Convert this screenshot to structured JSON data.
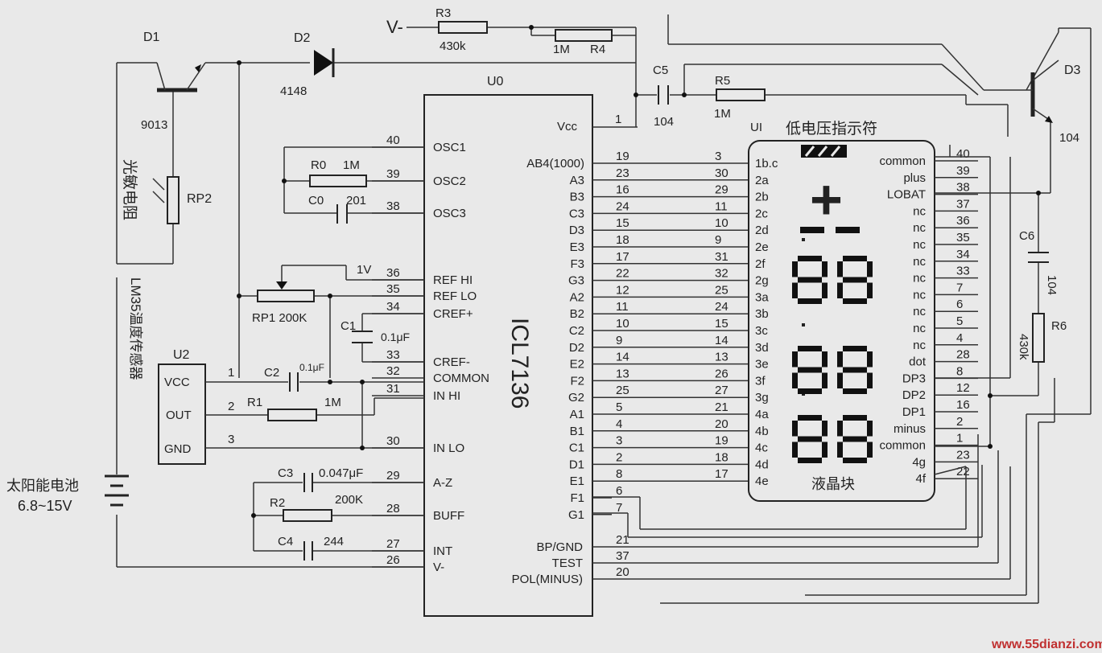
{
  "ic": {
    "ref": "U0",
    "name": "ICL7136",
    "left_pins": [
      {
        "num": "40",
        "name": "OSC1"
      },
      {
        "num": "39",
        "name": "OSC2"
      },
      {
        "num": "38",
        "name": "OSC3"
      },
      {
        "num": "36",
        "name": "REF HI"
      },
      {
        "num": "35",
        "name": "REF LO"
      },
      {
        "num": "34",
        "name": "CREF+"
      },
      {
        "num": "33",
        "name": "CREF-"
      },
      {
        "num": "32",
        "name": "COMMON"
      },
      {
        "num": "31",
        "name": "IN HI"
      },
      {
        "num": "30",
        "name": "IN LO"
      },
      {
        "num": "29",
        "name": "A-Z"
      },
      {
        "num": "28",
        "name": "BUFF"
      },
      {
        "num": "27",
        "name": "INT"
      },
      {
        "num": "26",
        "name": "V-"
      }
    ],
    "vcc": {
      "name": "Vcc",
      "num": "1"
    },
    "right_pins": [
      {
        "name": "AB4(1000)",
        "num": "19"
      },
      {
        "name": "A3",
        "num": "23"
      },
      {
        "name": "B3",
        "num": "16"
      },
      {
        "name": "C3",
        "num": "24"
      },
      {
        "name": "D3",
        "num": "15"
      },
      {
        "name": "E3",
        "num": "18"
      },
      {
        "name": "F3",
        "num": "17"
      },
      {
        "name": "G3",
        "num": "22"
      },
      {
        "name": "A2",
        "num": "12"
      },
      {
        "name": "B2",
        "num": "11"
      },
      {
        "name": "C2",
        "num": "10"
      },
      {
        "name": "D2",
        "num": "9"
      },
      {
        "name": "E2",
        "num": "14"
      },
      {
        "name": "F2",
        "num": "13"
      },
      {
        "name": "G2",
        "num": "25"
      },
      {
        "name": "A1",
        "num": "5"
      },
      {
        "name": "B1",
        "num": "4"
      },
      {
        "name": "C1",
        "num": "3"
      },
      {
        "name": "D1",
        "num": "2"
      },
      {
        "name": "E1",
        "num": "8"
      },
      {
        "name": "F1",
        "num": "6"
      },
      {
        "name": "G1",
        "num": "7"
      }
    ],
    "bottom_right_pins": [
      {
        "name": "BP/GND",
        "num": "21"
      },
      {
        "name": "TEST",
        "num": "37"
      },
      {
        "name": "POL(MINUS)",
        "num": "20"
      }
    ]
  },
  "lcd": {
    "ref": "UI",
    "title": "低电压指示符",
    "block_label": "液晶块",
    "plus_sign": "+",
    "left_pins": [
      {
        "num": "3",
        "name": "1b.c"
      },
      {
        "num": "30",
        "name": "2a"
      },
      {
        "num": "29",
        "name": "2b"
      },
      {
        "num": "11",
        "name": "2c"
      },
      {
        "num": "10",
        "name": "2d"
      },
      {
        "num": "9",
        "name": "2e"
      },
      {
        "num": "31",
        "name": "2f"
      },
      {
        "num": "32",
        "name": "2g"
      },
      {
        "num": "25",
        "name": "3a"
      },
      {
        "num": "24",
        "name": "3b"
      },
      {
        "num": "15",
        "name": "3c"
      },
      {
        "num": "14",
        "name": "3d"
      },
      {
        "num": "13",
        "name": "3e"
      },
      {
        "num": "26",
        "name": "3f"
      },
      {
        "num": "27",
        "name": "3g"
      },
      {
        "num": "21",
        "name": "4a"
      },
      {
        "num": "20",
        "name": "4b"
      },
      {
        "num": "19",
        "name": "4c"
      },
      {
        "num": "18",
        "name": "4d"
      },
      {
        "num": "17",
        "name": "4e"
      }
    ],
    "right_pins": [
      {
        "name": "common",
        "num": "40"
      },
      {
        "name": "plus",
        "num": "39"
      },
      {
        "name": "LOBAT",
        "num": "38"
      },
      {
        "name": "nc",
        "num": "37"
      },
      {
        "name": "nc",
        "num": "36"
      },
      {
        "name": "nc",
        "num": "35"
      },
      {
        "name": "nc",
        "num": "34"
      },
      {
        "name": "nc",
        "num": "33"
      },
      {
        "name": "nc",
        "num": "7"
      },
      {
        "name": "nc",
        "num": "6"
      },
      {
        "name": "nc",
        "num": "5"
      },
      {
        "name": "nc",
        "num": "4"
      },
      {
        "name": "dot",
        "num": "28"
      },
      {
        "name": "DP3",
        "num": "8"
      },
      {
        "name": "DP2",
        "num": "12"
      },
      {
        "name": "DP1",
        "num": "16"
      },
      {
        "name": "minus",
        "num": "2"
      },
      {
        "name": "common",
        "num": "1"
      },
      {
        "name": "4g",
        "num": "23"
      },
      {
        "name": "4f",
        "num": "22"
      }
    ]
  },
  "u2": {
    "ref": "U2",
    "pins": [
      {
        "name": "VCC",
        "num": "1"
      },
      {
        "name": "OUT",
        "num": "2"
      },
      {
        "name": "GND",
        "num": "3"
      }
    ],
    "label": "LM35温度传感器"
  },
  "parts": {
    "v_minus": "V-",
    "r3": {
      "ref": "R3",
      "value": "430k"
    },
    "r4": {
      "ref": "R4",
      "value": "1M"
    },
    "d1": {
      "ref": "D1",
      "value": "9013"
    },
    "d2": {
      "ref": "D2",
      "value": "4148"
    },
    "d3": {
      "ref": "D3",
      "value": "104"
    },
    "c5": {
      "ref": "C5",
      "value": "104"
    },
    "r5": {
      "ref": "R5",
      "value": "1M"
    },
    "rp2": {
      "ref": "RP2",
      "label": "光敏电阻"
    },
    "r0": {
      "ref": "R0",
      "value": "1M"
    },
    "c0": {
      "ref": "C0",
      "value": "201"
    },
    "ref_v": "1V",
    "rp1": "RP1 200K",
    "c1": {
      "ref": "C1",
      "value": "0.1μF"
    },
    "c2": {
      "ref": "C2",
      "value": "0.1μF"
    },
    "r1": {
      "ref": "R1",
      "value": "1M"
    },
    "c3": {
      "ref": "C3",
      "value": "0.047μF"
    },
    "r2": {
      "ref": "R2",
      "value": "200K"
    },
    "c4": {
      "ref": "C4",
      "value": "244"
    },
    "c6": {
      "ref": "C6",
      "value": "104"
    },
    "r6": {
      "ref": "R6",
      "value": "430k"
    },
    "battery": {
      "label": "太阳能电池",
      "value": "6.8~15V"
    }
  },
  "watermark": "www.55dianzi.com",
  "colors": {
    "watermark": "#c03030",
    "ink": "#222222",
    "background": "#e9e9e9"
  }
}
